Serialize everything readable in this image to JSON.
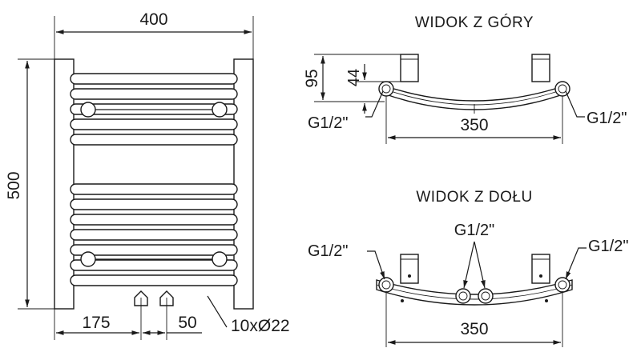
{
  "front_view": {
    "width_dim": "400",
    "height_dim": "500",
    "offset_dim": "175",
    "spacing_dim": "50",
    "tube_label": "10xØ22"
  },
  "top_view": {
    "title": "WIDOK Z GÓRY",
    "depth_dim": "95",
    "offset_dim": "44",
    "connection_left": "G1/2\"",
    "connection_right": "G1/2\"",
    "spacing_dim": "350"
  },
  "bottom_view": {
    "title": "WIDOK Z DOŁU",
    "connection_left": "G1/2\"",
    "connection_center": "G1/2\"",
    "connection_right": "G1/2\"",
    "spacing_dim": "350"
  }
}
